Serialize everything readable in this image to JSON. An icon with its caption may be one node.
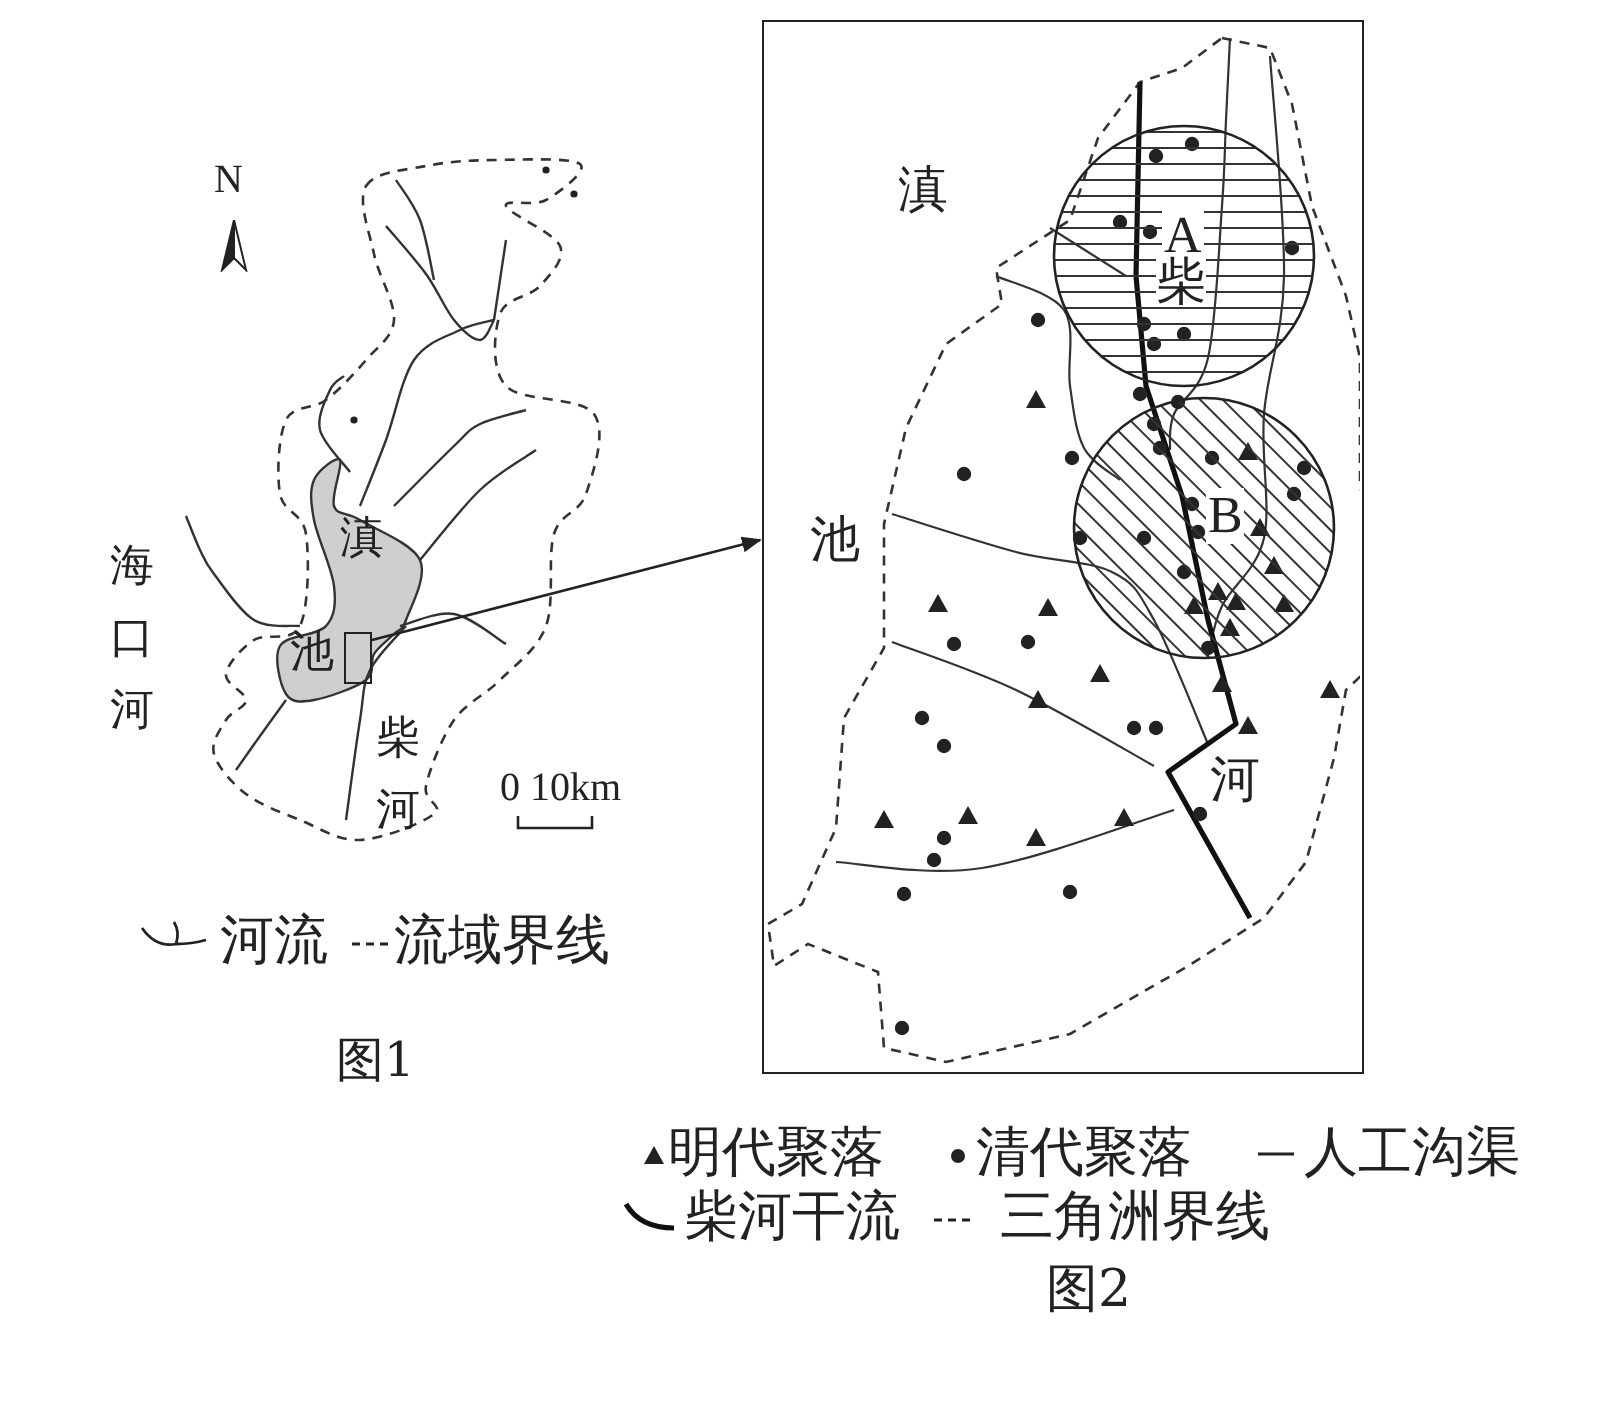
{
  "diagram": {
    "nodes": [
      {
        "text": [],
        "shape": "box"
      },
      {
        "text": [],
        "shape": "box"
      },
      {
        "text": [
          "A"
        ],
        "in": 1
      },
      {
        "text": [
          "B"
        ],
        "in": 1
      }
    ],
    "edges": [
      {
        "from": 0,
        "to": 1,
        "arrow": "to"
      }
    ],
    "labels": [
      "N",
      "滇",
      "池",
      "海口河",
      "柴河",
      "0 10km",
      "图1",
      "滇",
      "池",
      "柴",
      "河",
      "图2"
    ],
    "legend": [
      {
        "text": "河流"
      },
      {
        "text": "流域界线"
      },
      {
        "text": "明代聚落"
      },
      {
        "text": "清代聚落"
      },
      {
        "text": "人工沟渠"
      },
      {
        "text": "柴河干流"
      },
      {
        "text": "三角洲界线"
      }
    ]
  }
}
